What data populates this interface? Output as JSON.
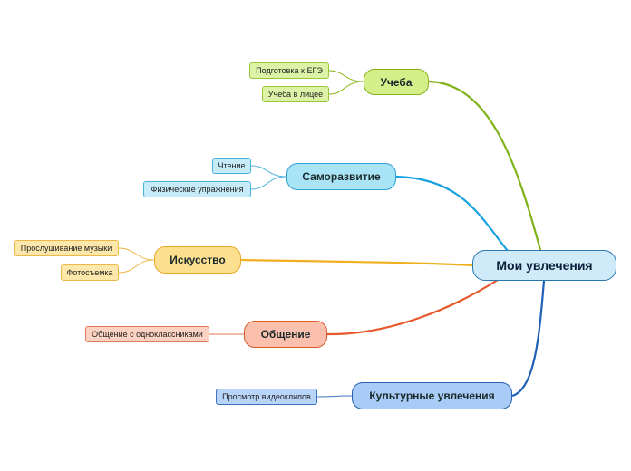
{
  "central": {
    "label": "Мои увлечения"
  },
  "branches": [
    {
      "label": "Учеба",
      "color": "#7fb319",
      "leaves": [
        "Подготовка к ЕГЭ",
        "Учеба в лицее"
      ]
    },
    {
      "label": "Саморазвитие",
      "color": "#17a1e0",
      "leaves": [
        "Чтение",
        "Физические упражнения"
      ]
    },
    {
      "label": "Искусство",
      "color": "#f0b020",
      "leaves": [
        "Прослушивание музыки",
        "Фотосъемка"
      ]
    },
    {
      "label": "Общение",
      "color": "#e8572a",
      "leaves": [
        "Общение с одноклассниками"
      ]
    },
    {
      "label": "Культурные увлечения",
      "color": "#1f5fb8",
      "leaves": [
        "Просмотр видеоклипов"
      ]
    }
  ]
}
